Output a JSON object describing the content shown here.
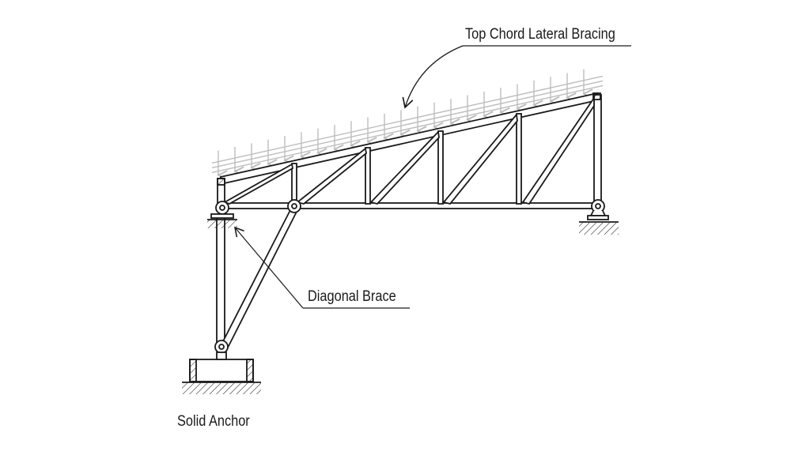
{
  "labels": {
    "top_bracing": "Top Chord Lateral Bracing",
    "diagonal_brace": "Diagonal Brace",
    "anchor": "Solid Anchor"
  },
  "colors": {
    "ink": "#1a1a1a",
    "load_arrows": "#bdbdbd"
  }
}
